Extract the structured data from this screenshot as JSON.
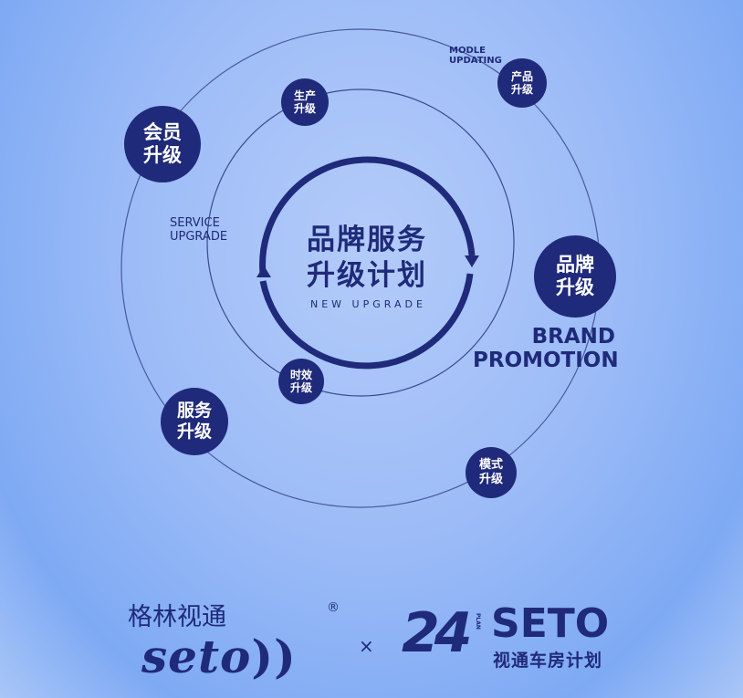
{
  "center": {
    "title_line1": "品牌服务",
    "title_line2": "升级计划",
    "subtitle": "NEW UPGRADE"
  },
  "nodes": {
    "member": [
      "会员",
      "升级"
    ],
    "production": [
      "生产",
      "升级"
    ],
    "product": [
      "产品",
      "升级"
    ],
    "brand": [
      "品牌",
      "升级"
    ],
    "timeliness": [
      "时效",
      "升级"
    ],
    "service": [
      "服务",
      "升级"
    ],
    "mode": [
      "模式",
      "升级"
    ]
  },
  "labels": {
    "modle": "MODLE",
    "updating": "UPDATING",
    "service": "SERVICE",
    "upgrade": "UPGRADE",
    "brand": "BRAND",
    "promotion": "PROMOTION"
  },
  "footer": {
    "brand_cn": "格林视通",
    "brand_en": "seto",
    "registered": "®",
    "times": "×",
    "plan_number": "24",
    "plan_small": "PLAN",
    "seto": "SETO",
    "seto_cn": "视通车房计划"
  }
}
